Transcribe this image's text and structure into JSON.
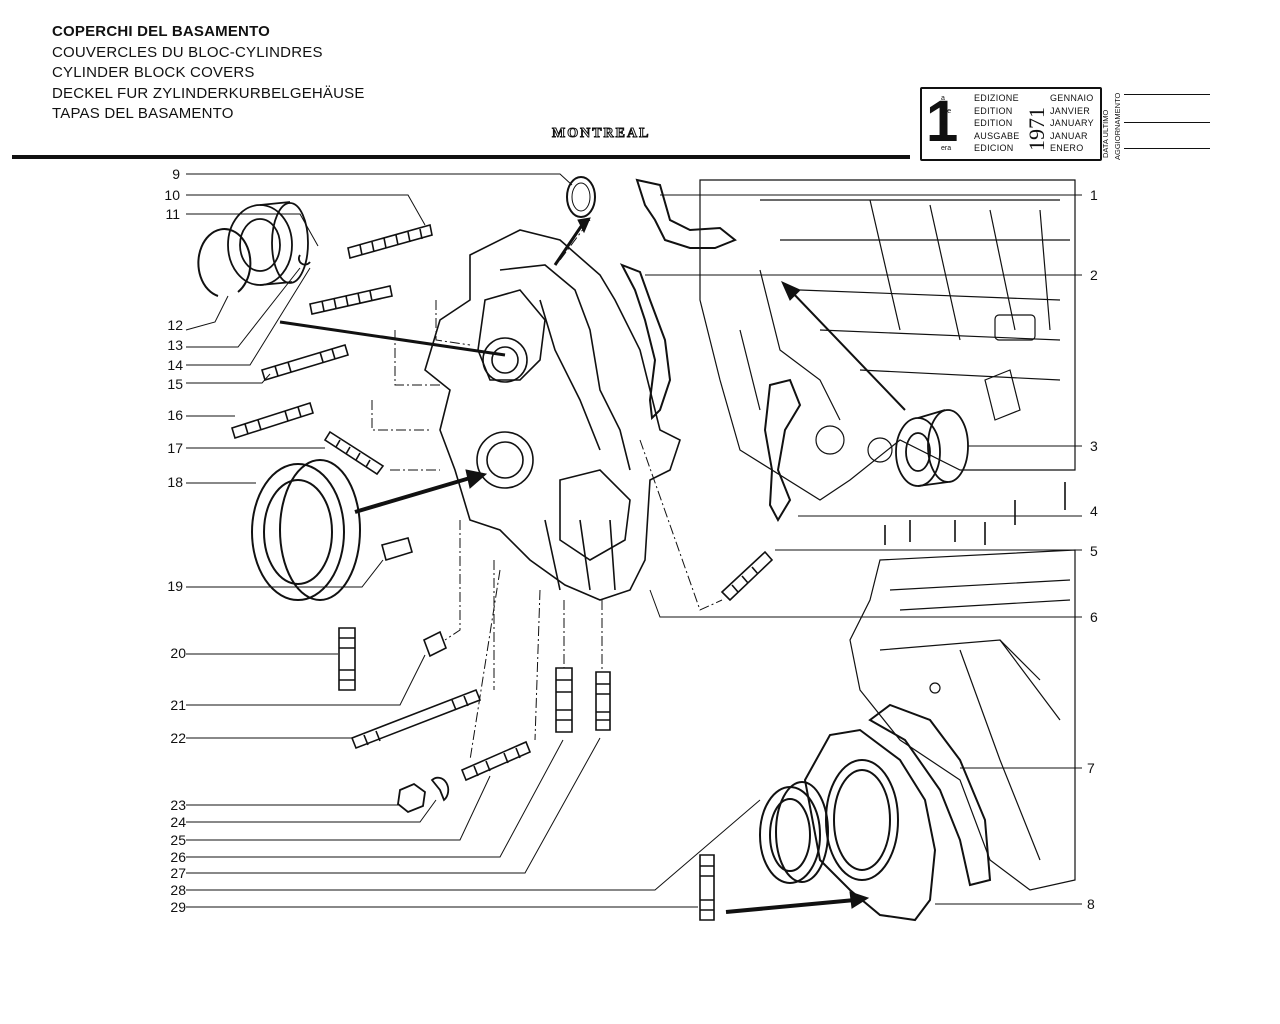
{
  "header": {
    "title_lines": [
      "COPERCHI DEL BASAMENTO",
      "COUVERCLES DU BLOC-CYLINDRES",
      "CYLINDER BLOCK COVERS",
      "DECKEL FUR ZYLINDERKURBELGEHÄUSE",
      "TAPAS DEL BASAMENTO"
    ],
    "brand": "MONTREAL"
  },
  "edition": {
    "number": "1",
    "ordinals": [
      "a",
      "ère",
      "st",
      ".",
      "era"
    ],
    "words": [
      "EDIZIONE",
      "EDITION",
      "EDITION",
      "AUSGABE",
      "EDICION"
    ],
    "year": "1971",
    "months": [
      "GENNAIO",
      "JANVIER",
      "JANUARY",
      "JANUAR",
      "ENERO"
    ],
    "update_label_1": "DATA ULTIMO",
    "update_label_2": "AGGIORNAMENTO"
  },
  "callouts_left": [
    "9",
    "10",
    "11",
    "12",
    "13",
    "14",
    "15",
    "16",
    "17",
    "18",
    "19",
    "20",
    "21",
    "22",
    "23",
    "24",
    "25",
    "26",
    "27",
    "28",
    "29"
  ],
  "callouts_right": [
    "1",
    "2",
    "3",
    "4",
    "5",
    "6",
    "7",
    "8"
  ],
  "colors": {
    "ink": "#111111",
    "paper": "#ffffff"
  }
}
